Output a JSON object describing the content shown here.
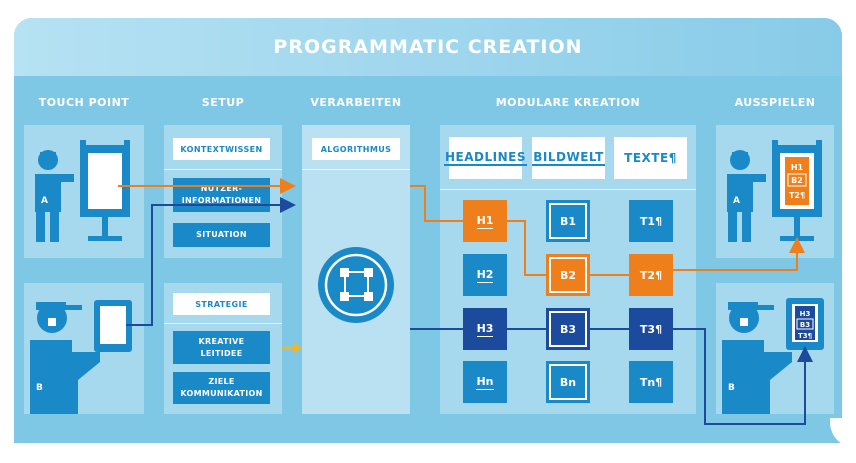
{
  "title": "PROGRAMMATIC CREATION",
  "columns": {
    "touch_point": "TOUCH POINT",
    "setup": "SETUP",
    "verarbeiten": "VERARBEITEN",
    "modulare_kreation": "MODULARE KREATION",
    "ausspielen": "AUSSPIELEN"
  },
  "touch_points": {
    "a": "A",
    "b": "B"
  },
  "setup": {
    "kontextwissen": "KONTEXTWISSEN",
    "nutzer_line1": "NUTZER-",
    "nutzer_line2": "INFORMATIONEN",
    "situation": "SITUATION",
    "strategie": "STRATEGIE",
    "kreative_line1": "KREATIVE",
    "kreative_line2": "LEITIDEE",
    "ziele_line1": "ZIELE",
    "ziele_line2": "KOMMUNIKATION"
  },
  "verarbeiten": {
    "algorithmus": "ALGORITHMUS"
  },
  "modules": {
    "headlines": "HEADLINES",
    "bildwelt": "BILDWELT",
    "texte": "TEXTE¶",
    "rows": [
      [
        "H1",
        "B1",
        "T1¶"
      ],
      [
        "H2",
        "B2",
        "T2¶"
      ],
      [
        "H3",
        "B3",
        "T3¶"
      ],
      [
        "Hn",
        "Bn",
        "Tn¶"
      ]
    ]
  },
  "output_a": {
    "label": "A",
    "h": "H1",
    "b": "B2",
    "t": "T2¶"
  },
  "output_b": {
    "label": "B",
    "h": "H3",
    "b": "B3",
    "t": "T3¶"
  },
  "colors": {
    "frame": "#7ec8e6",
    "panel": "#a6d8ee",
    "blue": "#1a89c7",
    "orange": "#ee7f1a",
    "navy": "#1c4a9c",
    "yellow": "#f5b521"
  }
}
